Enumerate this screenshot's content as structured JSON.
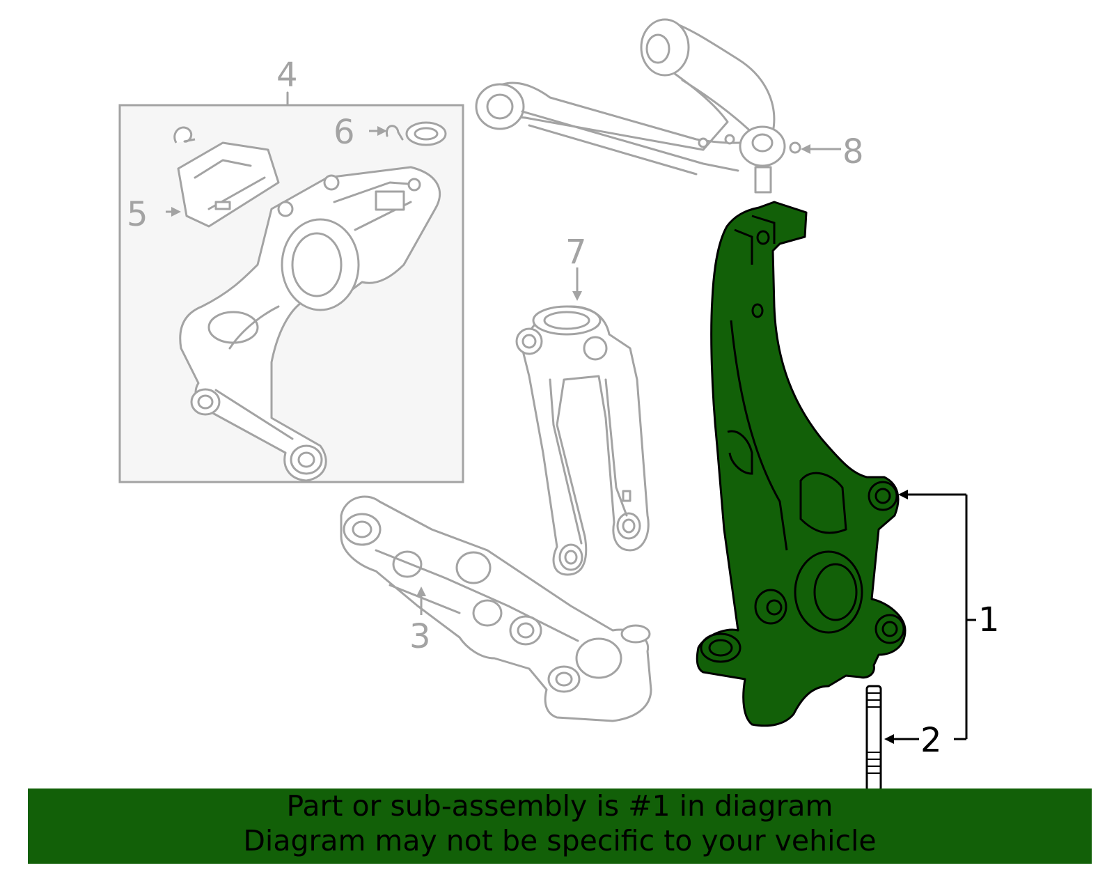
{
  "colors": {
    "highlight": "#126008",
    "line_grey": "#a3a3a3",
    "box_fill": "#f6f6f6",
    "callout_black": "#000000"
  },
  "callouts": {
    "c1": "1",
    "c2": "2",
    "c3": "3",
    "c4": "4",
    "c5": "5",
    "c6": "6",
    "c7": "7",
    "c8": "8"
  },
  "banner": {
    "line1": "Part or sub-assembly is #1 in diagram",
    "line2": "Diagram may not be specific to your vehicle"
  }
}
